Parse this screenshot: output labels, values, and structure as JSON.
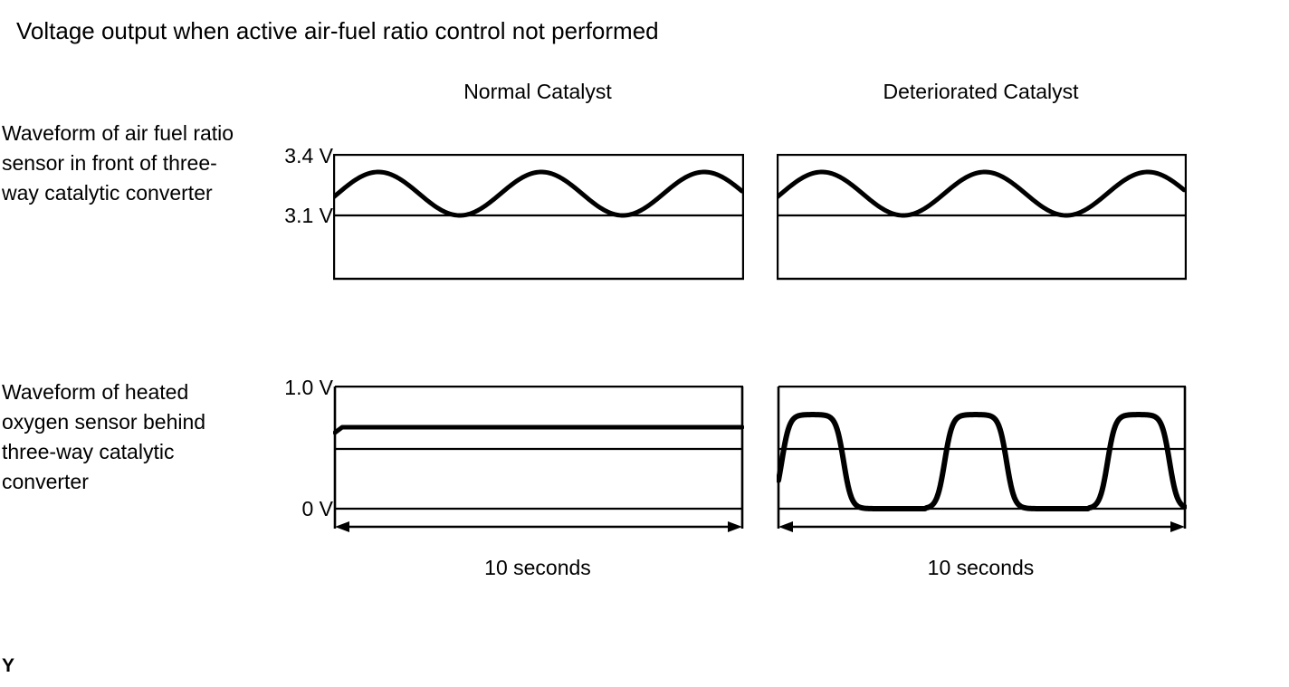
{
  "title": "Voltage output when active air-fuel ratio control not performed",
  "columns": [
    {
      "key": "normal",
      "label": "Normal Catalyst"
    },
    {
      "key": "deteriorated",
      "label": "Deteriorated Catalyst"
    }
  ],
  "rows": [
    {
      "key": "front",
      "label": "Waveform of air fuel ratio sensor in front of three-way catalytic converter"
    },
    {
      "key": "behind",
      "label": "Waveform of heated oxygen sensor behind three-way catalytic converter"
    }
  ],
  "axis_labels": {
    "front_top": "3.4 V",
    "front_mid": "3.1 V",
    "behind_top": "1.0 V",
    "behind_bottom": "0 V"
  },
  "time_axis": {
    "left_label": "10 seconds",
    "right_label": "10 seconds"
  },
  "corner_mark": "Y",
  "colors": {
    "stroke": "#000000",
    "frame": "#000000",
    "background": "#ffffff"
  },
  "chart_data": [
    {
      "id": "af-normal",
      "type": "line",
      "title": "Waveform of air fuel ratio sensor in front of three-way catalytic converter - Normal Catalyst",
      "xlabel": "10 seconds",
      "ylabel": "Voltage",
      "ylim": [
        2.8,
        3.5
      ],
      "ytick_labels": [
        "3.4 V",
        "3.1 V"
      ],
      "yticks": [
        3.4,
        3.1
      ],
      "grid": true,
      "gridlines": [
        3.1
      ],
      "waveform": "sine",
      "amplitude_v": 0.15,
      "min_v": 3.1,
      "max_v": 3.4,
      "period_seconds": 4.0,
      "cycles_visible": 2.5,
      "phase_offset_seconds": 0.9
    },
    {
      "id": "af-deteriorated",
      "type": "line",
      "title": "Waveform of air fuel ratio sensor in front of three-way catalytic converter - Deteriorated Catalyst",
      "xlabel": "10 seconds",
      "ylabel": "Voltage",
      "ylim": [
        2.8,
        3.5
      ],
      "ytick_labels": [
        "3.4 V",
        "3.1 V"
      ],
      "yticks": [
        3.4,
        3.1
      ],
      "grid": true,
      "gridlines": [
        3.1
      ],
      "waveform": "sine",
      "amplitude_v": 0.15,
      "min_v": 3.1,
      "max_v": 3.4,
      "period_seconds": 4.0,
      "cycles_visible": 2.5,
      "phase_offset_seconds": 0.9
    },
    {
      "id": "o2-normal",
      "type": "line",
      "title": "Waveform of heated oxygen sensor behind three-way catalytic converter - Normal Catalyst",
      "xlabel": "10 seconds",
      "ylabel": "Voltage",
      "ylim": [
        0.0,
        1.0
      ],
      "ytick_labels": [
        "1.0 V",
        "0 V"
      ],
      "yticks": [
        1.0,
        0.0
      ],
      "grid": true,
      "gridlines": [
        0.5,
        0.0
      ],
      "waveform": "flat",
      "steady_v": 0.68,
      "min_v": 0.63,
      "max_v": 0.68,
      "cycles_visible": 0
    },
    {
      "id": "o2-deteriorated",
      "type": "line",
      "title": "Waveform of heated oxygen sensor behind three-way catalytic converter - Deteriorated Catalyst",
      "xlabel": "10 seconds",
      "ylabel": "Voltage",
      "ylim": [
        0.0,
        1.0
      ],
      "ytick_labels": [
        "1.0 V",
        "0 V"
      ],
      "yticks": [
        1.0,
        0.0
      ],
      "grid": true,
      "gridlines": [
        0.5,
        0.0
      ],
      "waveform": "square-rounded",
      "min_v": 0.0,
      "max_v": 0.77,
      "period_seconds": 4.0,
      "cycles_visible": 2.5,
      "phase_offset_seconds": 0.4
    }
  ]
}
